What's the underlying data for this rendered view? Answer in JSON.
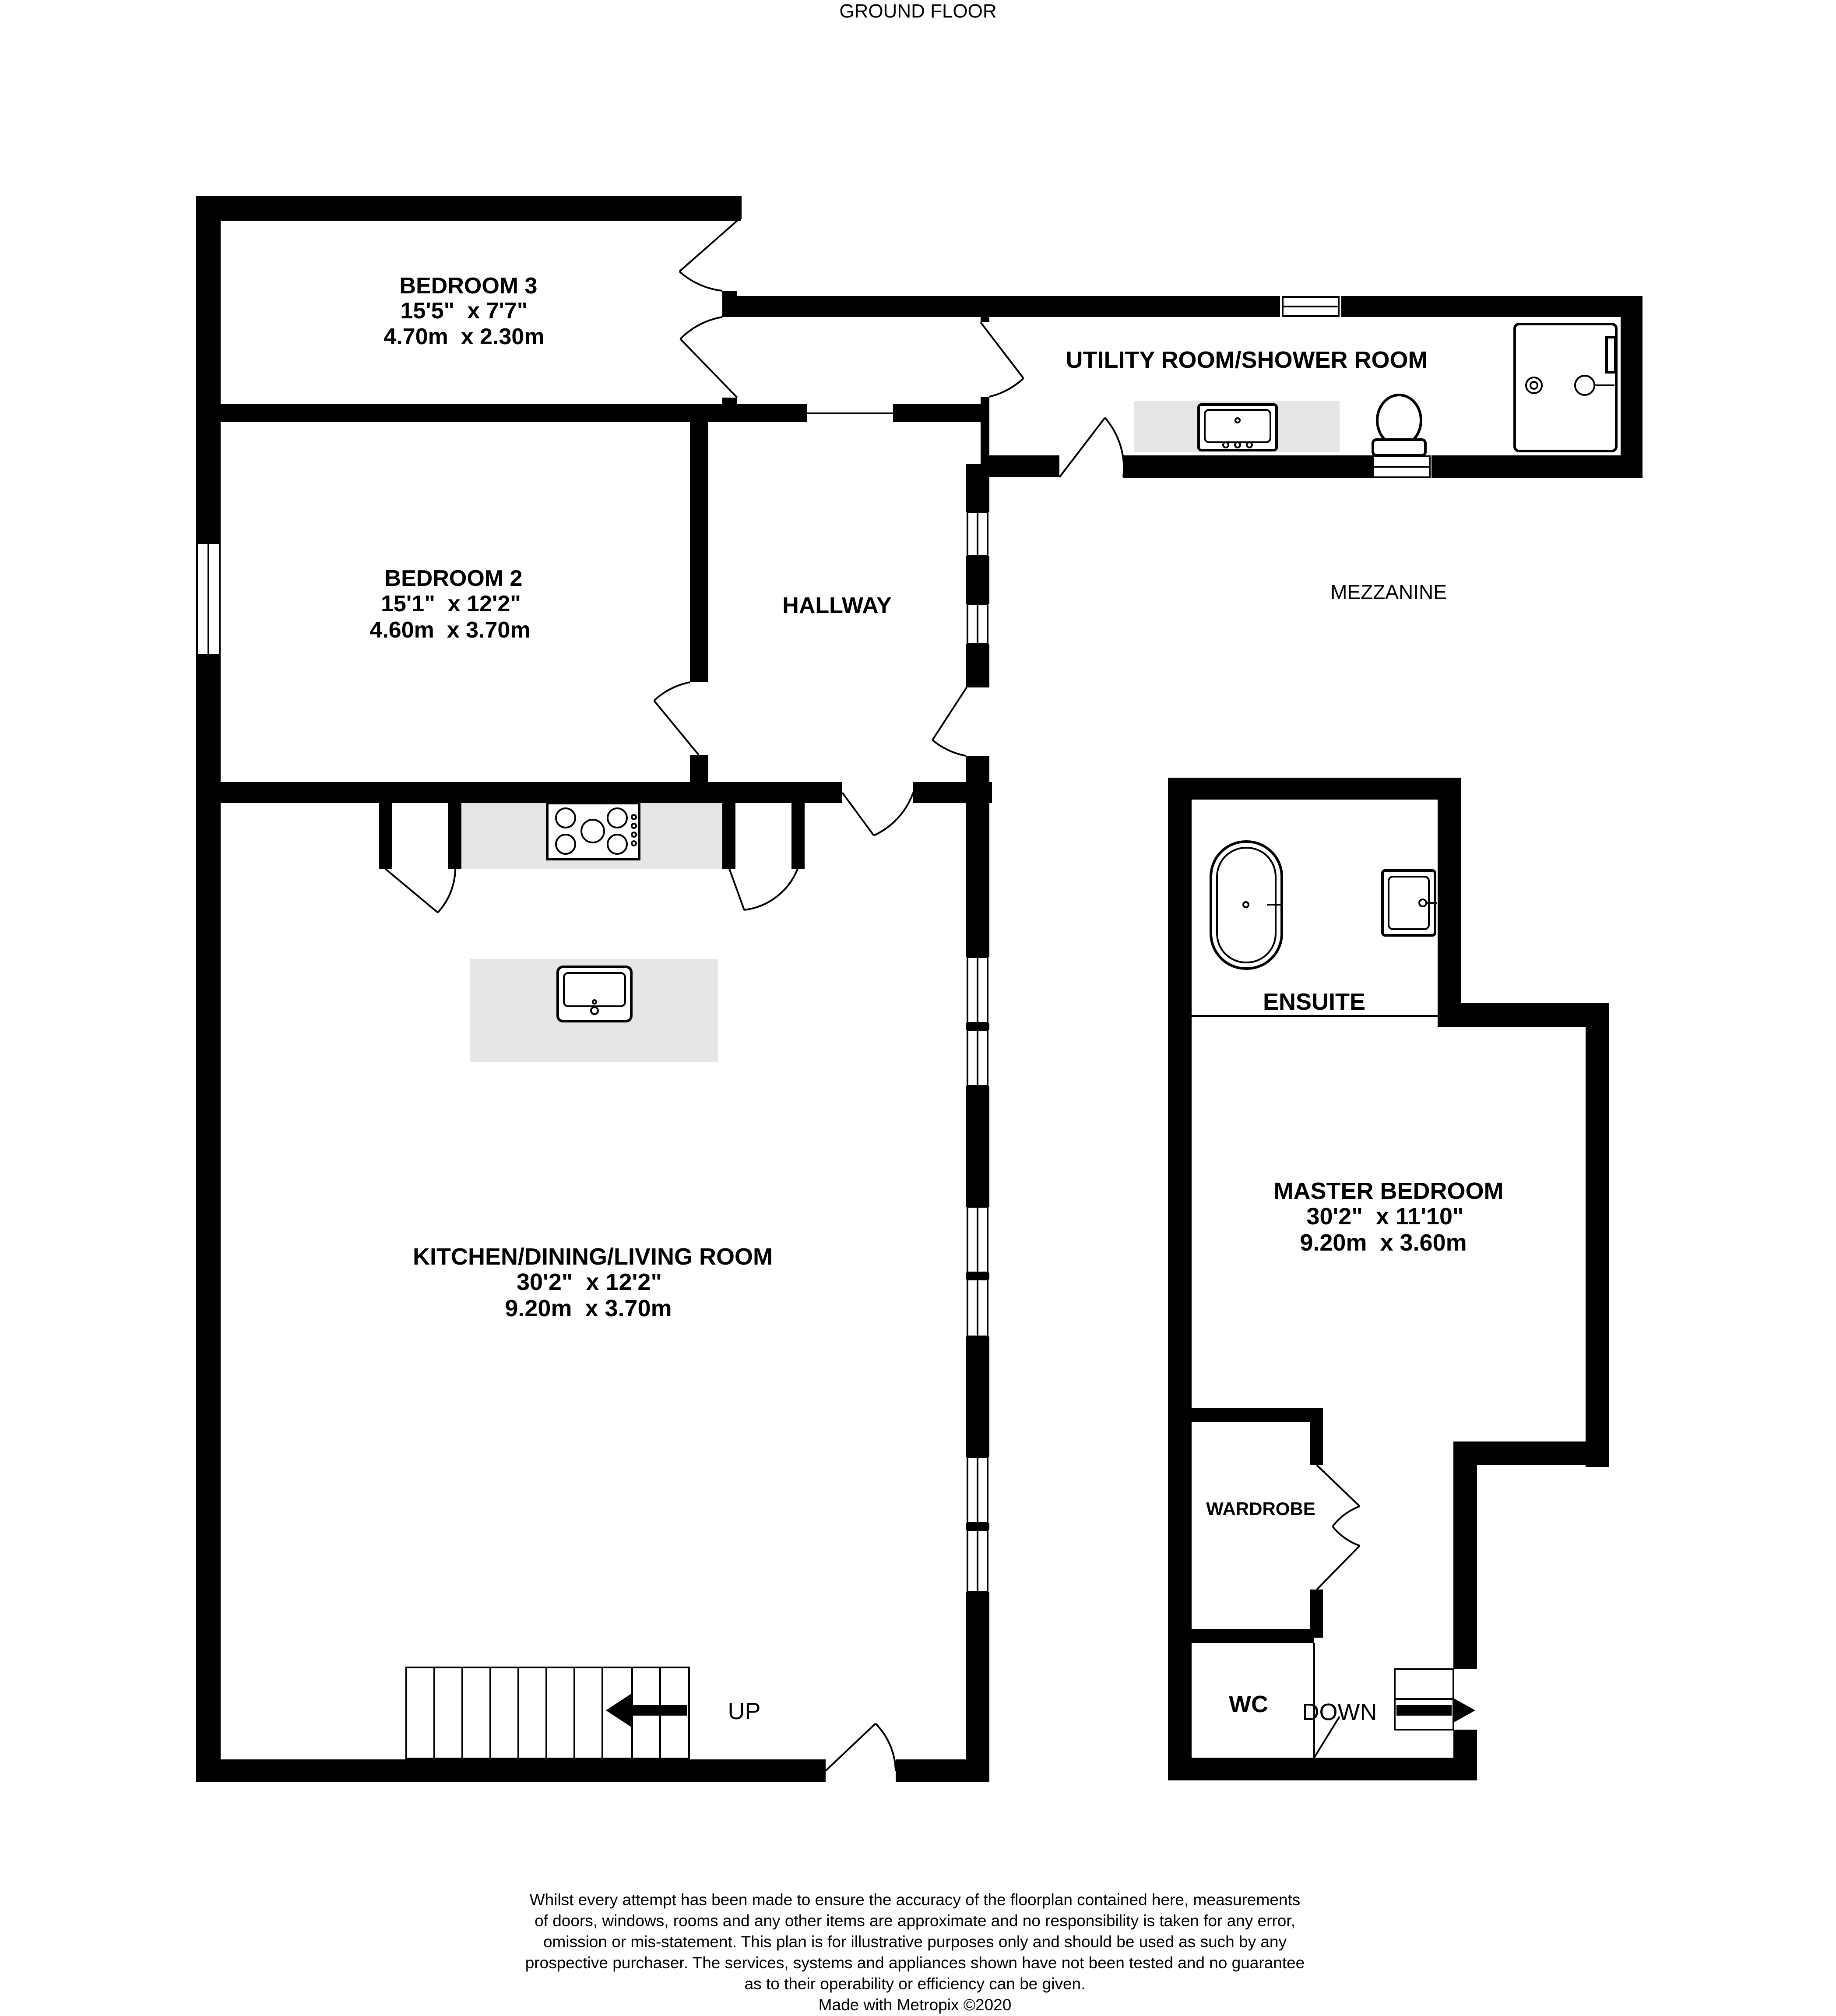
{
  "floor_title": "GROUND FLOOR",
  "rooms": {
    "bedroom3": {
      "name": "BEDROOM 3",
      "imperial": "15'5\"  x 7'7\"",
      "metric": "4.70m  x 2.30m"
    },
    "bedroom2": {
      "name": "BEDROOM 2",
      "imperial": "15'1\"  x 12'2\"",
      "metric": "4.60m  x 3.70m"
    },
    "hallway": {
      "name": "HALLWAY"
    },
    "utility": {
      "name": "UTILITY ROOM/SHOWER ROOM"
    },
    "mezzanine": {
      "name": "MEZZANINE"
    },
    "kitchen": {
      "name": "KITCHEN/DINING/LIVING ROOM",
      "imperial": "30'2\"  x 12'2\"",
      "metric": "9.20m  x 3.70m"
    },
    "ensuite": {
      "name": "ENSUITE"
    },
    "master": {
      "name": "MASTER BEDROOM",
      "imperial": "30'2\"  x 11'10\"",
      "metric": "9.20m  x 3.60m"
    },
    "wardrobe": {
      "name": "WARDROBE"
    },
    "wc": {
      "name": "WC"
    }
  },
  "stairs": {
    "up_label": "UP",
    "down_label": "DOWN"
  },
  "disclaimer": {
    "lines": [
      "Whilst every attempt has been made to ensure the accuracy of the floorplan contained here, measurements",
      "of doors, windows, rooms and any other items are approximate and no responsibility is taken for any error,",
      "omission or mis-statement. This plan is for illustrative purposes only and should be used as such by any",
      "prospective purchaser. The services, systems and appliances shown have not been tested and no guarantee",
      "as to their operability or efficiency can be given.",
      "Made with Metropix ©2020"
    ]
  },
  "colors": {
    "wall": "#000000",
    "counter": "#e6e6e6",
    "background": "#ffffff"
  }
}
